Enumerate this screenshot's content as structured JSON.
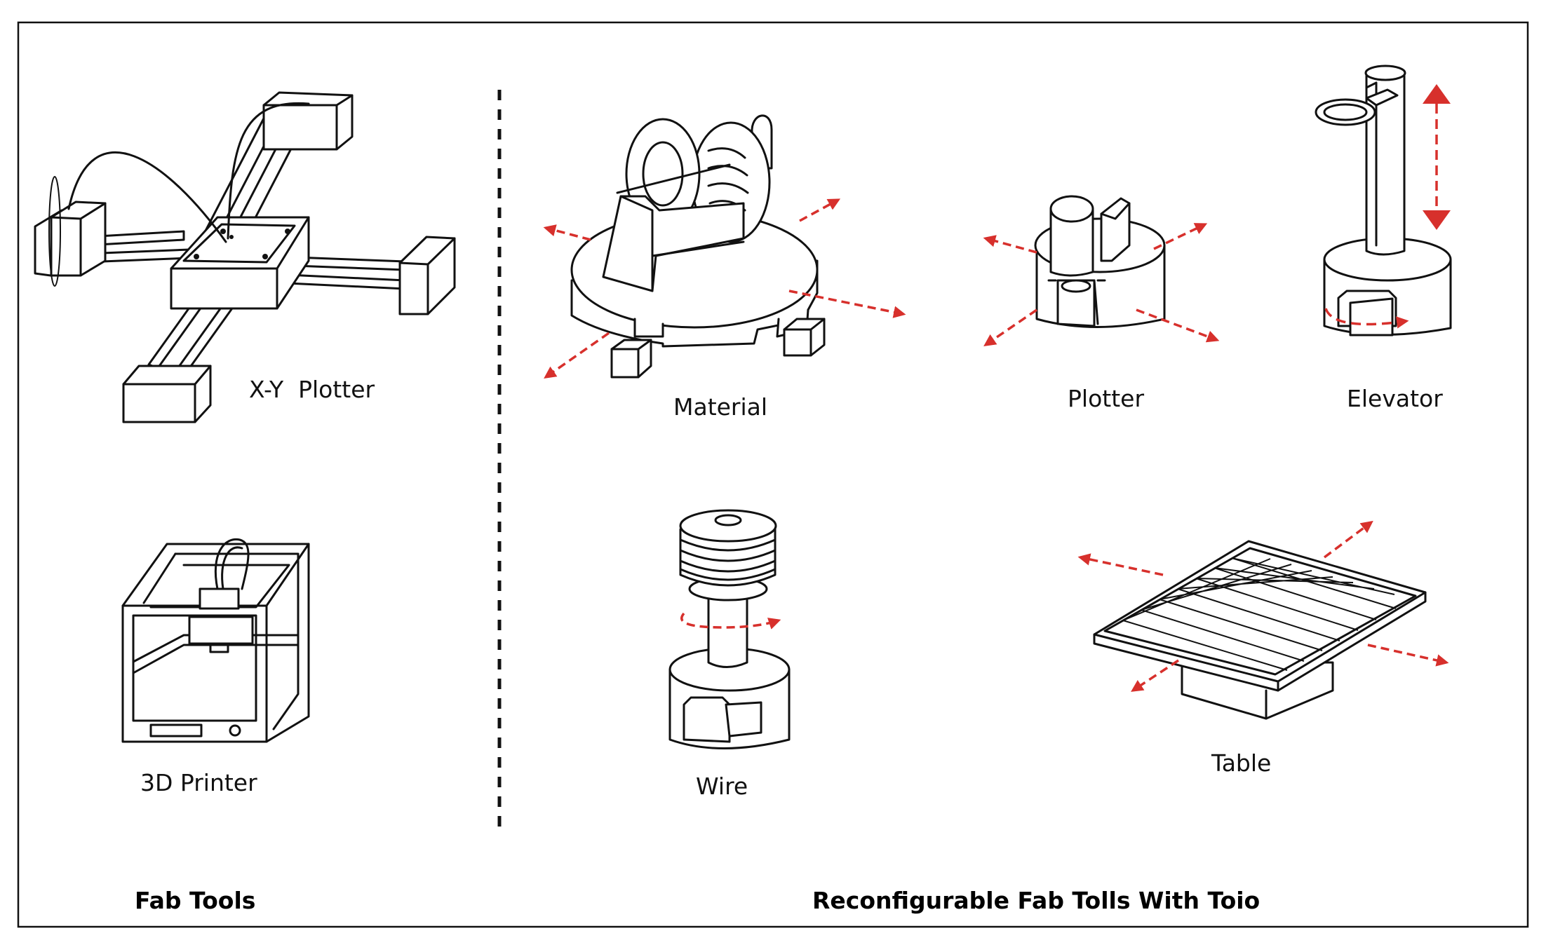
{
  "sections": {
    "left_title": "Fab Tools",
    "right_title": "Reconfigurable Fab Tolls With Toio"
  },
  "fab_tools": [
    {
      "label": "X-Y  Plotter",
      "icon": "xy-plotter-icon"
    },
    {
      "label": "3D Printer",
      "icon": "3d-printer-icon"
    }
  ],
  "toio_tools": [
    {
      "label": "Material",
      "icon": "material-spool-icon"
    },
    {
      "label": "Plotter",
      "icon": "plotter-module-icon"
    },
    {
      "label": "Elevator",
      "icon": "elevator-module-icon"
    },
    {
      "label": "Wire",
      "icon": "wire-spool-icon"
    },
    {
      "label": "Table",
      "icon": "table-grid-icon"
    }
  ],
  "colors": {
    "line": "#111111",
    "arrow": "#d7302c",
    "background": "#ffffff"
  }
}
